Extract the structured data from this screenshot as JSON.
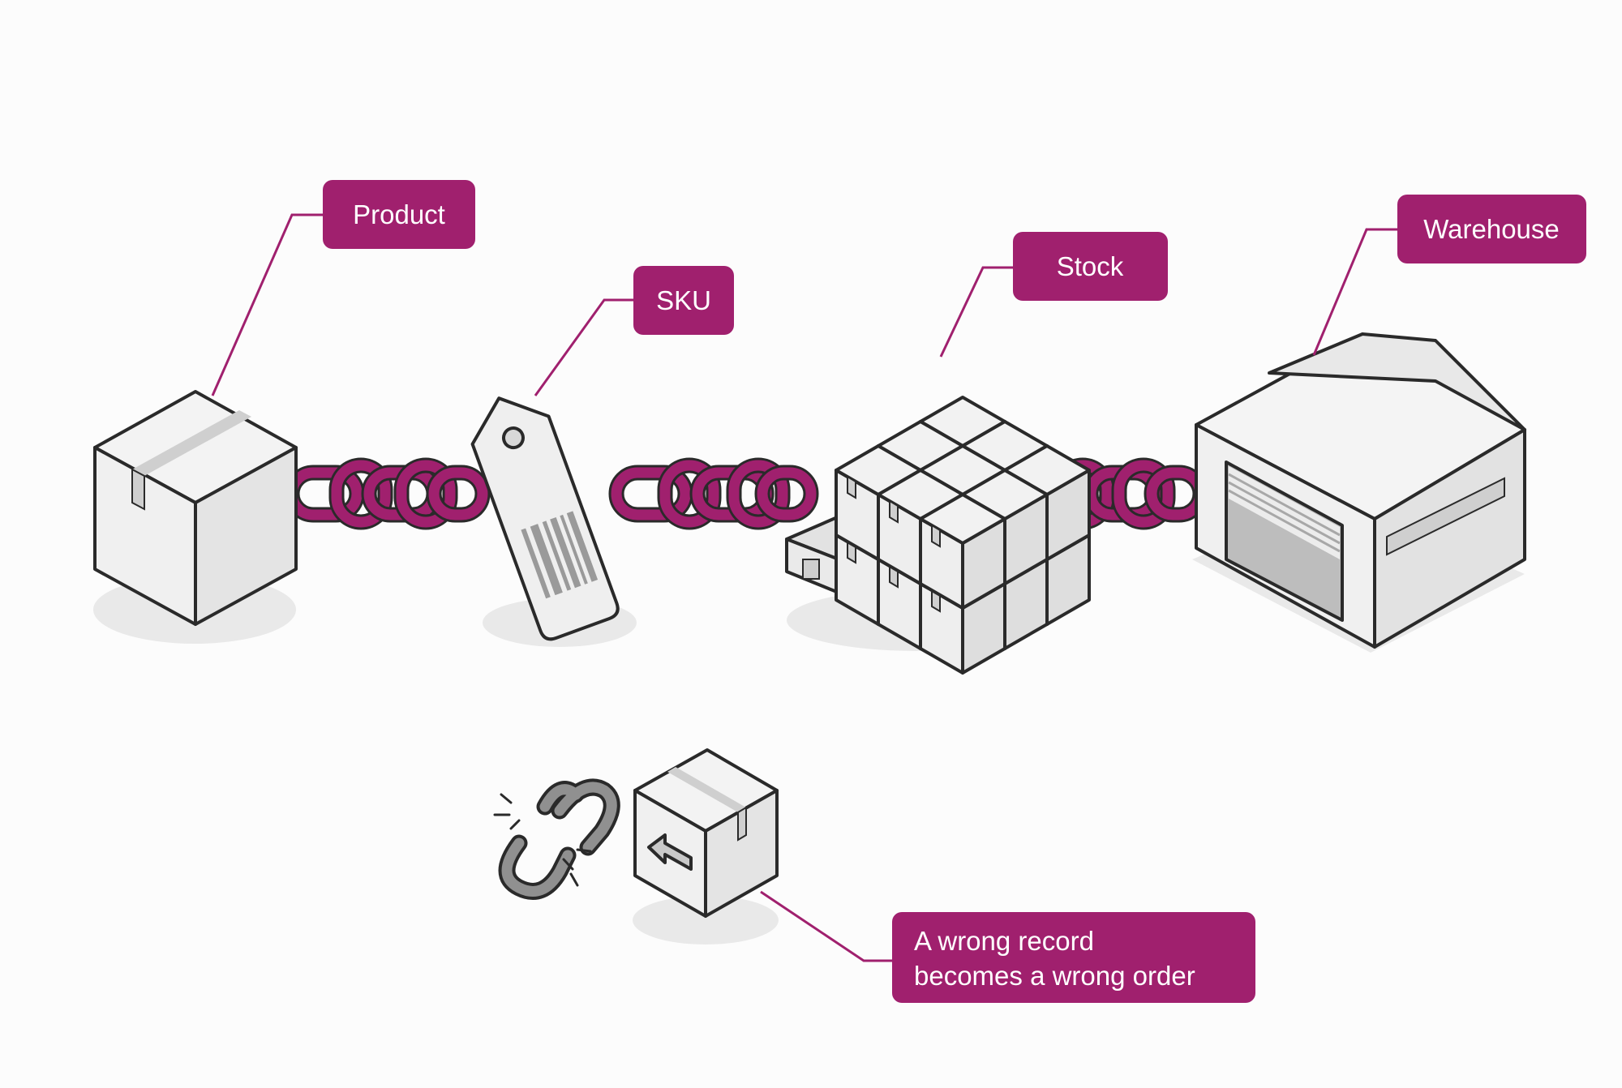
{
  "colors": {
    "accent": "#a0206e",
    "outline": "#2a2a2a",
    "face_light": "#f3f3f3",
    "face_mid": "#e6e6e6",
    "face_dark": "#d4d4d4",
    "shadow": "#e9e9e9",
    "broken_link": "#8f8f8f"
  },
  "labels": {
    "product": "Product",
    "sku": "SKU",
    "stock": "Stock",
    "warehouse": "Warehouse",
    "warning_line1": "A wrong record",
    "warning_line2": "becomes a wrong order"
  },
  "icons": {
    "product": "cardboard-box-icon",
    "sku": "barcode-tag-icon",
    "stock": "pallet-of-boxes-icon",
    "warehouse": "warehouse-building-icon",
    "broken_chain": "broken-chain-icon",
    "returned_box": "returned-box-icon"
  }
}
